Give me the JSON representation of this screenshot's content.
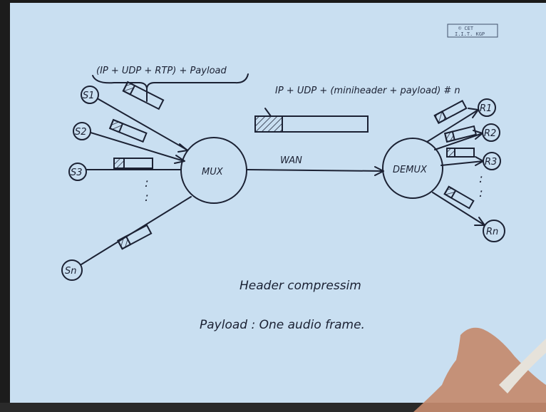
{
  "stamp": {
    "line1": "© CET",
    "line2": "I.I.T. KGP"
  },
  "diagram": {
    "top_formula": "(IP + UDP + RTP) + Payload",
    "wan_formula": "IP + UDP + (miniheader + payload) # n",
    "mux_label": "MUX",
    "demux_label": "DEMUX",
    "wan_label": "WAN",
    "sources": [
      "S1",
      "S2",
      "S3",
      "Sn"
    ],
    "receivers": [
      "R1",
      "R2",
      "R3",
      "Rn"
    ],
    "dots": ":",
    "notes": {
      "line1": "Header compressim",
      "line2": "Payload : One audio frame."
    }
  },
  "colors": {
    "paper": "#c9dff1",
    "ink": "#1b2133",
    "hand": "#c48a6e"
  }
}
